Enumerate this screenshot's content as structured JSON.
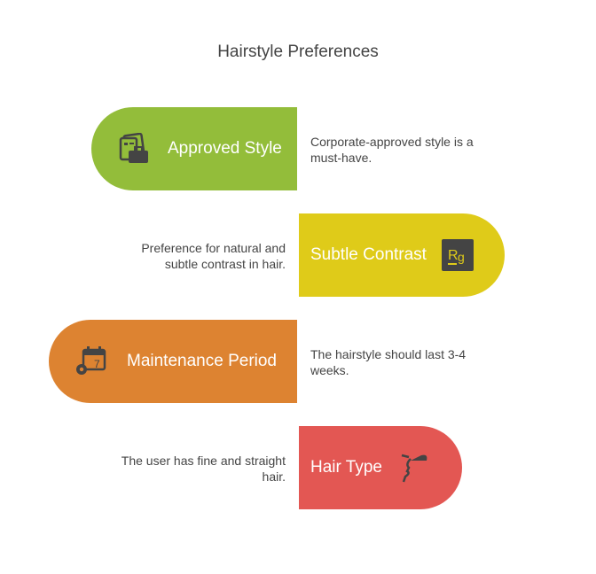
{
  "title": "Hairstyle Preferences",
  "items": [
    {
      "label": "Approved Style",
      "description": "Corporate-approved style is a must-have.",
      "color": "#93bd3a",
      "icon": "briefcase-documents-icon"
    },
    {
      "label": "Subtle Contrast",
      "description": "Preference for natural and subtle contrast in hair.",
      "color": "#dfcb19",
      "icon": "contrast-rg-icon"
    },
    {
      "label": "Maintenance Period",
      "description": "The hairstyle should last 3-4 weeks.",
      "color": "#dd8331",
      "icon": "calendar-gear-icon"
    },
    {
      "label": "Hair Type",
      "description": "The user has fine and straight hair.",
      "color": "#e35753",
      "icon": "head-profile-icon"
    }
  ]
}
